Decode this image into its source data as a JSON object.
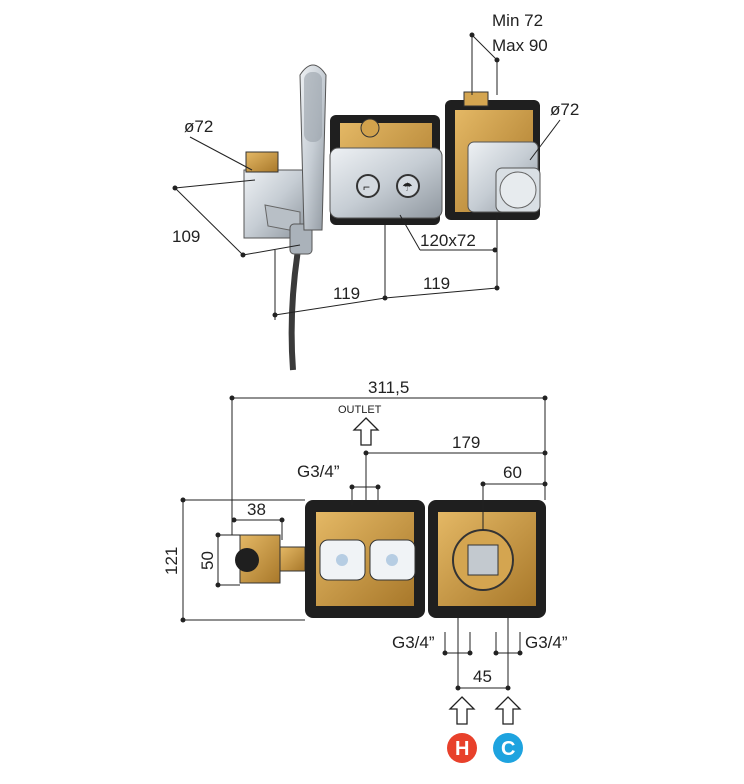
{
  "top_view": {
    "min_label": "Min 72",
    "max_label": "Max 90",
    "diameter_left": "ø72",
    "diameter_right": "ø72",
    "depth": "109",
    "plate_size": "120x72",
    "spacing_left": "119",
    "spacing_right": "119"
  },
  "bottom_view": {
    "total_width": "311,5",
    "outlet_label": "OUTLET",
    "outlet_spacing": "179",
    "thread_top": "G3/4”",
    "right_offset": "60",
    "left_width": "38",
    "height_inner": "50",
    "height_total": "121",
    "thread_left": "G3/4”",
    "thread_right": "G3/4”",
    "inlet_spacing": "45"
  },
  "inlets": {
    "hot": {
      "letter": "H",
      "color": "#e8412b"
    },
    "cold": {
      "letter": "C",
      "color": "#1ea3df"
    }
  },
  "colors": {
    "brass": "#c99a3e",
    "frame": "#1f1f1f",
    "chrome": "#c5ccd3",
    "line": "#222222"
  }
}
